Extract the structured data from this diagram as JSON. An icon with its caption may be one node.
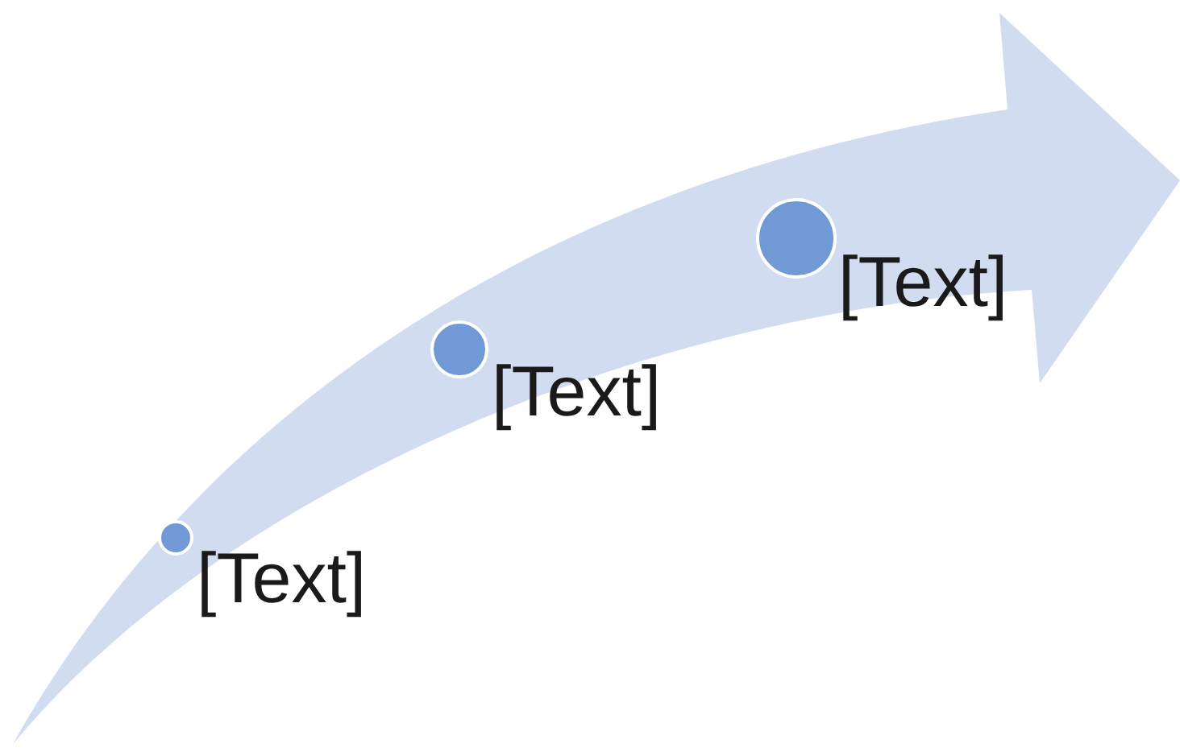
{
  "diagram": {
    "nodes": [
      {
        "text": [],
        "shape": "circle",
        "beside": [
          "[Text]"
        ]
      },
      {
        "text": [],
        "shape": "circle",
        "beside": [
          "[Text]"
        ]
      },
      {
        "text": [],
        "shape": "circle",
        "beside": [
          "[Text]"
        ]
      }
    ]
  }
}
